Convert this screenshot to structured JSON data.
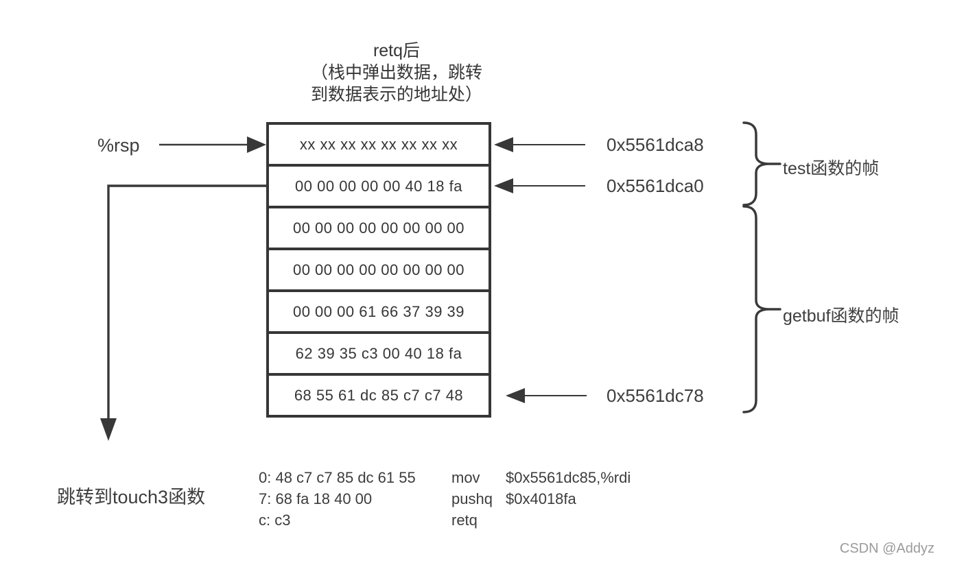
{
  "title": {
    "line1": "retq后",
    "line2": "（栈中弹出数据，跳转",
    "line3": "到数据表示的地址处）"
  },
  "stack": {
    "rows": [
      "xx xx xx xx xx xx xx xx",
      "00 00 00 00 00 40 18 fa",
      "00 00 00 00 00 00 00 00",
      "00 00 00 00 00 00 00 00",
      "00 00 00 61 66 37 39 39",
      "62 39 35 c3 00 40 18 fa",
      "68 55 61 dc 85 c7 c7 48"
    ]
  },
  "pointers": {
    "rsp_label": "%rsp",
    "jump_label": "跳转到touch3函数"
  },
  "addresses": [
    "0x5561dca8",
    "0x5561dca0",
    "0x5561dc78"
  ],
  "frames": {
    "test_label": "test函数的帧",
    "getbuf_label": "getbuf函数的帧"
  },
  "assembly": {
    "lines": [
      {
        "bytes": "0: 48 c7 c7 85 dc 61 55",
        "mnemonic": "mov",
        "operands": "$0x5561dc85,%rdi"
      },
      {
        "bytes": "7: 68 fa 18 40 00",
        "mnemonic": "pushq",
        "operands": "$0x4018fa"
      },
      {
        "bytes": "c: c3",
        "mnemonic": "retq",
        "operands": ""
      }
    ]
  },
  "watermark": "CSDN @Addyz",
  "colors": {
    "ink": "#363636",
    "secondary_text": "#3d3d3d",
    "watermark": "#9a9a9a",
    "row_bg": "#ffffff"
  }
}
